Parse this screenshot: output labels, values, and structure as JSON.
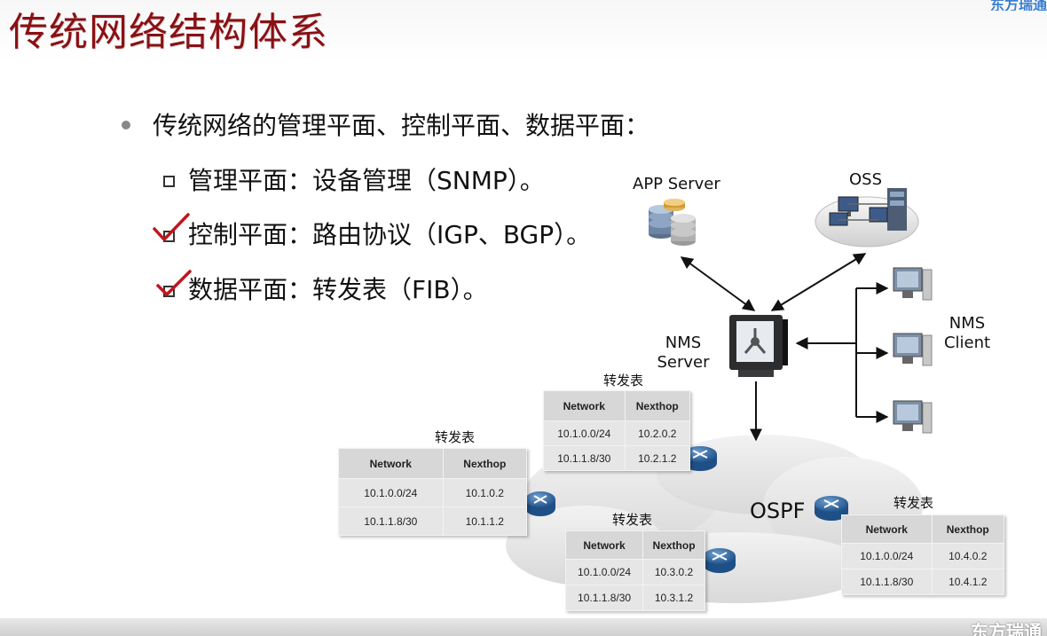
{
  "slide": {
    "title": "传统网络结构体系",
    "bullet": "传统网络的管理平面、控制平面、数据平面：",
    "subitems": [
      "管理平面：设备管理（SNMP）。",
      "控制平面：路由协议（IGP、BGP）。",
      "数据平面：转发表（FIB）。"
    ]
  },
  "diagram": {
    "app_server": "APP Server",
    "oss": "OSS",
    "nms_server_line1": "NMS",
    "nms_server_line2": "Server",
    "nms_client_line1": "NMS",
    "nms_client_line2": "Client",
    "ospf": "OSPF"
  },
  "tables": [
    {
      "title": "转发表",
      "headers": [
        "Network",
        "Nexthop"
      ],
      "rows": [
        [
          "10.1.0.0/24",
          "10.2.0.2"
        ],
        [
          "10.1.1.8/30",
          "10.2.1.2"
        ]
      ]
    },
    {
      "title": "转发表",
      "headers": [
        "Network",
        "Nexthop"
      ],
      "rows": [
        [
          "10.1.0.0/24",
          "10.1.0.2"
        ],
        [
          "10.1.1.8/30",
          "10.1.1.2"
        ]
      ]
    },
    {
      "title": "转发表",
      "headers": [
        "Network",
        "Nexthop"
      ],
      "rows": [
        [
          "10.1.0.0/24",
          "10.3.0.2"
        ],
        [
          "10.1.1.8/30",
          "10.3.1.2"
        ]
      ]
    },
    {
      "title": "转发表",
      "headers": [
        "Network",
        "Nexthop"
      ],
      "rows": [
        [
          "10.1.0.0/24",
          "10.4.0.2"
        ],
        [
          "10.1.1.8/30",
          "10.4.1.2"
        ]
      ]
    }
  ],
  "watermark": "东方瑞通",
  "colors": {
    "title": "#8a1014",
    "check": "#c0161c",
    "router": "#3a6ea5"
  }
}
